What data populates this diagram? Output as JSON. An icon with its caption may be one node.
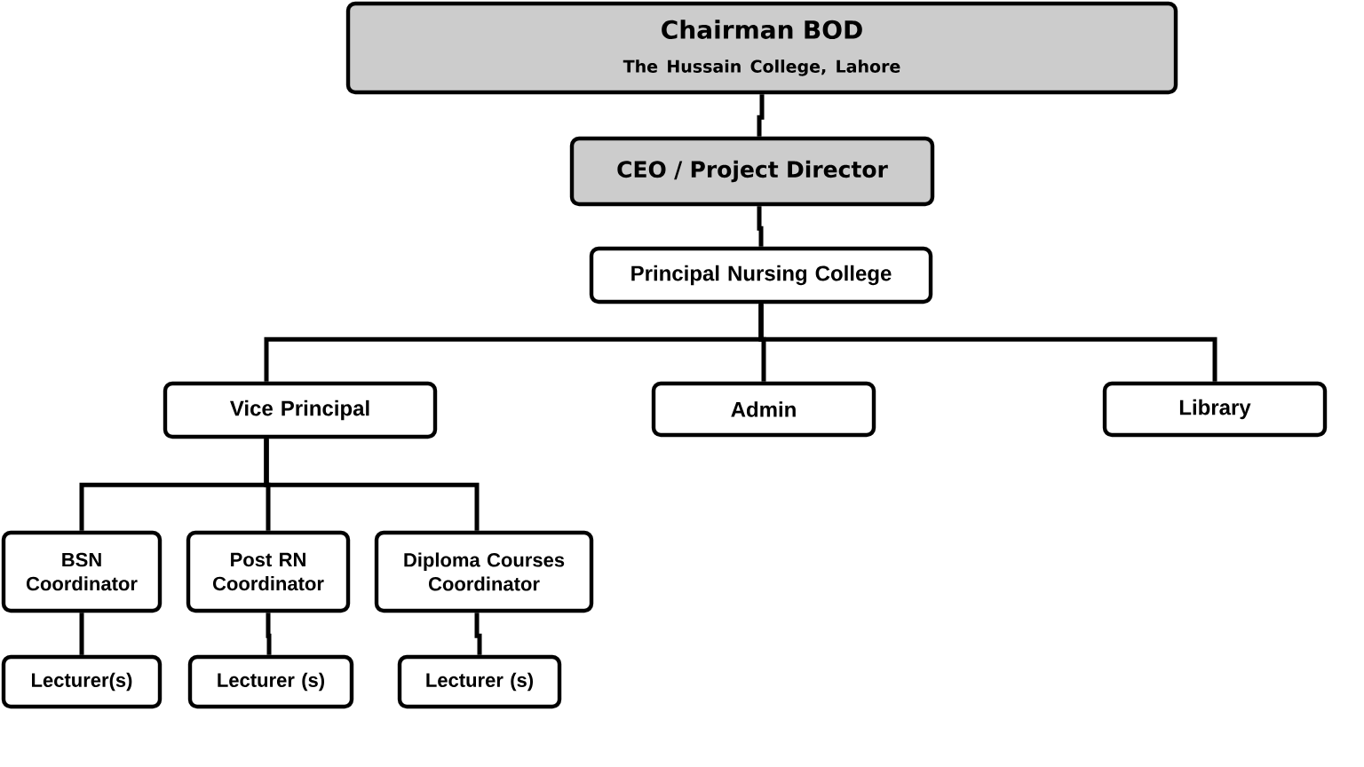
{
  "diagram": {
    "nodes": [
      {
        "text": [
          "Chairman BOD",
          "The Hussain College, Lahore"
        ]
      },
      {
        "text": [
          "CEO / Project Director"
        ]
      },
      {
        "text": [
          "Principal Nursing College"
        ]
      },
      {
        "text": [
          "Vice Principal"
        ]
      },
      {
        "text": [
          "Admin"
        ]
      },
      {
        "text": [
          "Library"
        ]
      },
      {
        "text": [
          "BSN Coordinator"
        ]
      },
      {
        "text": [
          "Post RN Coordinator"
        ]
      },
      {
        "text": [
          "Diploma Courses Coordinator"
        ]
      },
      {
        "text": [
          "Lecturer(s)"
        ]
      },
      {
        "text": [
          "Lecturer (s)"
        ]
      },
      {
        "text": [
          "Lecturer (s)"
        ]
      }
    ],
    "edges": [
      {
        "from": 0,
        "to": 1,
        "arrow": "none"
      },
      {
        "from": 1,
        "to": 2,
        "arrow": "none"
      },
      {
        "from": 2,
        "to": 3,
        "arrow": "none"
      },
      {
        "from": 2,
        "to": 4,
        "arrow": "none"
      },
      {
        "from": 2,
        "to": 5,
        "arrow": "none"
      },
      {
        "from": 3,
        "to": 6,
        "arrow": "none"
      },
      {
        "from": 3,
        "to": 7,
        "arrow": "none"
      },
      {
        "from": 3,
        "to": 8,
        "arrow": "none"
      },
      {
        "from": 6,
        "to": 9,
        "arrow": "none"
      },
      {
        "from": 7,
        "to": 10,
        "arrow": "none"
      },
      {
        "from": 8,
        "to": 11,
        "arrow": "none"
      }
    ]
  }
}
